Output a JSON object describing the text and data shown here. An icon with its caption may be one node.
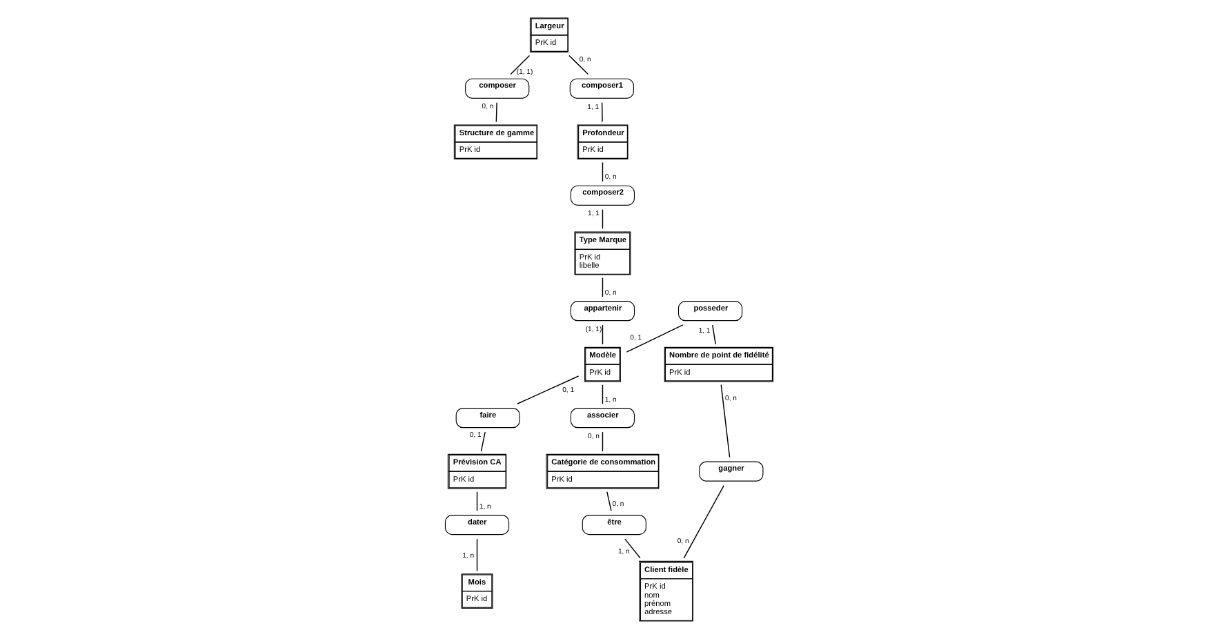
{
  "diagram": {
    "nodes": [
      {
        "text": [
          "Largeur",
          "PrK id"
        ]
      },
      {
        "text": [
          "composer"
        ]
      },
      {
        "text": [
          "Structure de gamme",
          "PrK id"
        ]
      },
      {
        "text": [
          "composer1"
        ]
      },
      {
        "text": [
          "Profondeur",
          "PrK id"
        ]
      },
      {
        "text": [
          "composer2"
        ]
      },
      {
        "text": [
          "Type Marque",
          "PrK id",
          "libelle"
        ]
      },
      {
        "text": [
          "appartenir"
        ]
      },
      {
        "text": [
          "posseder"
        ]
      },
      {
        "text": [
          "Modèle",
          "PrK id"
        ]
      },
      {
        "text": [
          "faire"
        ]
      },
      {
        "text": [
          "associer"
        ]
      },
      {
        "text": [
          "Prévision CA",
          "PrK id"
        ]
      },
      {
        "text": [
          "Nombre de point de fidélité",
          "PrK id"
        ]
      },
      {
        "text": [
          "Catégorie de consommation",
          "PrK id"
        ]
      },
      {
        "text": [
          "dater"
        ]
      },
      {
        "text": [
          "être"
        ]
      },
      {
        "text": [
          "Mois",
          "PrK id"
        ]
      },
      {
        "text": [
          "gagner"
        ]
      },
      {
        "text": [
          "Client fidèle",
          "PrK id",
          "nom",
          "prénom",
          "adresse"
        ]
      }
    ],
    "edges": [
      {
        "from": 0,
        "to": 1,
        "arrow": "none",
        "label": "(1, 1)"
      },
      {
        "from": 1,
        "to": 2,
        "arrow": "none",
        "label": "0, n"
      },
      {
        "from": 0,
        "to": 3,
        "arrow": "none",
        "label": "0, n"
      },
      {
        "from": 3,
        "to": 4,
        "arrow": "none",
        "label": "1, 1"
      },
      {
        "from": 4,
        "to": 5,
        "arrow": "none",
        "label": "0, n"
      },
      {
        "from": 5,
        "to": 6,
        "arrow": "none",
        "label": "1, 1"
      },
      {
        "from": 6,
        "to": 7,
        "arrow": "none",
        "label": "0, n"
      },
      {
        "from": 7,
        "to": 9,
        "arrow": "none",
        "label": "(1, 1)"
      },
      {
        "from": 8,
        "to": 9,
        "arrow": "none",
        "label": "0, 1"
      },
      {
        "from": 9,
        "to": 10,
        "arrow": "none",
        "label": "0, 1"
      },
      {
        "from": 10,
        "to": 12,
        "arrow": "none",
        "label": "0, 1"
      },
      {
        "from": 9,
        "to": 11,
        "arrow": "none",
        "label": "1, n"
      },
      {
        "from": 11,
        "to": 14,
        "arrow": "none",
        "label": "0, n"
      },
      {
        "from": 8,
        "to": 13,
        "arrow": "none",
        "label": "1, 1"
      },
      {
        "from": 13,
        "to": 18,
        "arrow": "none",
        "label": "0, n"
      },
      {
        "from": 18,
        "to": 19,
        "arrow": "none",
        "label": "0, n"
      },
      {
        "from": 14,
        "to": 16,
        "arrow": "none",
        "label": "0, n"
      },
      {
        "from": 16,
        "to": 19,
        "arrow": "none",
        "label": "1, n"
      },
      {
        "from": 12,
        "to": 15,
        "arrow": "none",
        "label": "1, n"
      },
      {
        "from": 15,
        "to": 17,
        "arrow": "none",
        "label": "1, n"
      }
    ]
  }
}
